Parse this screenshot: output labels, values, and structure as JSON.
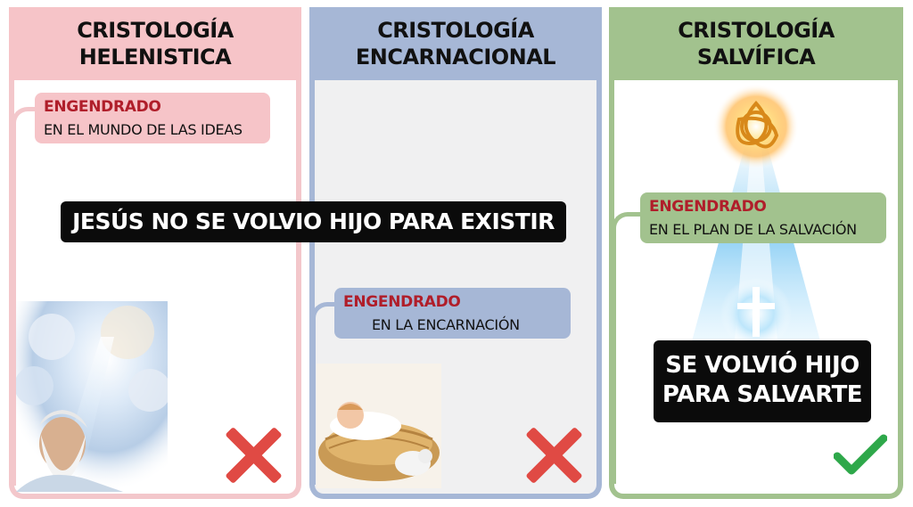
{
  "columns": [
    {
      "title_line1": "CRISTOLOGÍA",
      "title_line2": "HELENISTICA",
      "tag_label": "ENGENDRADO",
      "tag_text": "EN EL MUNDO DE LAS IDEAS",
      "verdict": "incorrect",
      "image": "philosopher-heavenly-light"
    },
    {
      "title_line1": "CRISTOLOGÍA",
      "title_line2": "ENCARNACIONAL",
      "tag_label": "ENGENDRADO",
      "tag_text": "EN LA ENCARNACIÓN",
      "verdict": "incorrect",
      "image": "baby-in-manger"
    },
    {
      "title_line1": "CRISTOLOGÍA",
      "title_line2": "SALVÍFICA",
      "tag_label": "ENGENDRADO",
      "tag_text": "EN EL PLAN DE LA SALVACIÓN",
      "verdict": "correct",
      "image": "trinity-knot-light-beam-cross"
    }
  ],
  "banner_main": "JESÚS NO SE VOLVIO HIJO PARA EXISTIR",
  "banner_salvation_line1": "SE VOLVIÓ HIJO",
  "banner_salvation_line2": "PARA SALVARTE",
  "colors": {
    "hellenistic": "#f6c4c8",
    "incarnational": "#a6b7d6",
    "salvific": "#a2c28e",
    "engendrado_label": "#b01e2a",
    "wrong_mark": "#e04a44",
    "right_mark": "#2ea84a"
  }
}
